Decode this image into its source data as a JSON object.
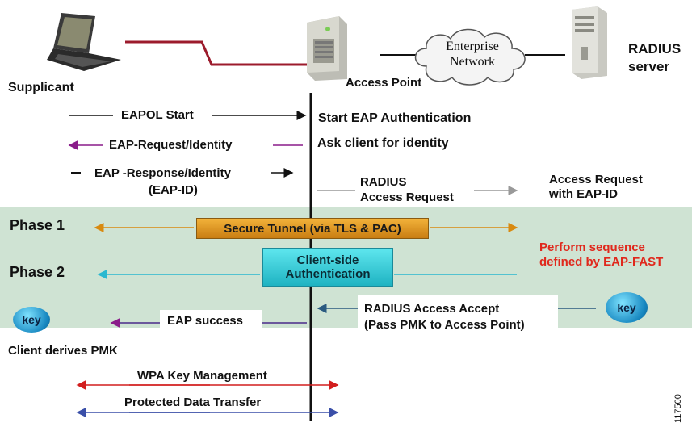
{
  "devices": {
    "supplicant": "Supplicant",
    "access_point": "Access Point",
    "cloud": "Enterprise\nNetwork",
    "radius_server": "RADIUS\nserver"
  },
  "messages": {
    "eapol_start": "EAPOL Start",
    "start_eap": "Start EAP Authentication",
    "eap_request_identity": "EAP-Request/Identity",
    "ask_identity": "Ask client for identity",
    "eap_response_identity": "EAP -Response/Identity",
    "eap_id": "(EAP-ID)",
    "radius_access_request": "RADIUS\nAccess Request",
    "access_request_eap_id": "Access Request\nwith EAP-ID",
    "phase1": "Phase 1",
    "phase2": "Phase 2",
    "secure_tunnel": "Secure Tunnel (via TLS & PAC)",
    "client_side_auth": "Client-side\nAuthentication",
    "perform_sequence": "Perform sequence\ndefined by EAP-FAST",
    "eap_success": "EAP success",
    "radius_access_accept": "RADIUS Access Accept\n(Pass PMK to Access Point)",
    "key_left": "key",
    "key_right": "key",
    "client_derives": "Client derives PMK",
    "wpa_key_mgmt": "WPA Key Management",
    "protected_data": "Protected Data Transfer",
    "figure_id": "117500"
  },
  "colors": {
    "phase_band": "#cfe3d3",
    "accent_red": "#e0281c",
    "link_line": "#9c1b2c"
  }
}
